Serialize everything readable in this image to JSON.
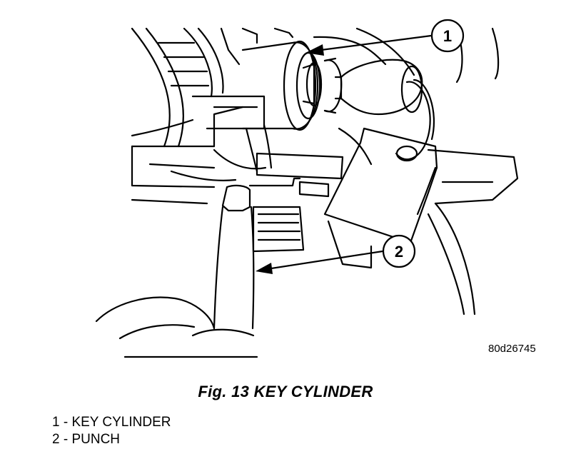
{
  "figure": {
    "code": "80d26745",
    "title": "Fig. 13 KEY CYLINDER"
  },
  "callouts": [
    {
      "number": "1"
    },
    {
      "number": "2"
    }
  ],
  "legend": [
    {
      "text": "1 - KEY CYLINDER"
    },
    {
      "text": "2 - PUNCH"
    }
  ]
}
